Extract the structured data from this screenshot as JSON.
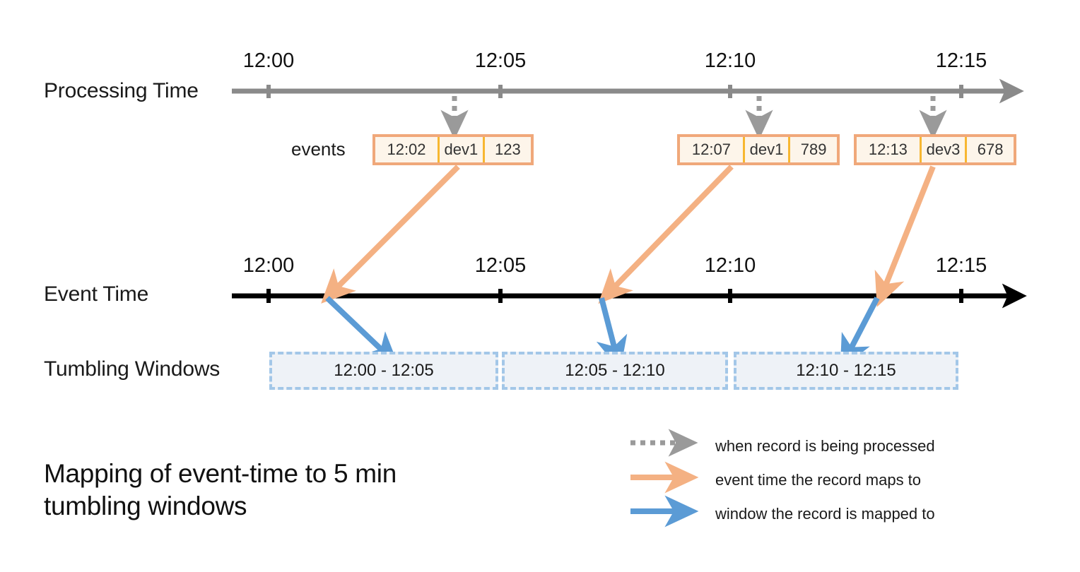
{
  "diagram": {
    "caption": "Mapping of event-time to 5 min tumbling windows",
    "rows": {
      "processing_time_label": "Processing Time",
      "event_time_label": "Event Time",
      "tumbling_windows_label": "Tumbling Windows",
      "events_label": "events"
    }
  },
  "axes": {
    "processing_time": {
      "label": "Processing Time",
      "ticks": [
        "12:00",
        "12:05",
        "12:10",
        "12:15"
      ],
      "color": "#8a8a8a"
    },
    "event_time": {
      "label": "Event Time",
      "ticks": [
        "12:00",
        "12:05",
        "12:10",
        "12:15"
      ],
      "color": "#000000"
    }
  },
  "events": [
    {
      "time": "12:02",
      "device": "dev1",
      "value": "123"
    },
    {
      "time": "12:07",
      "device": "dev1",
      "value": "789"
    },
    {
      "time": "12:13",
      "device": "dev3",
      "value": "678"
    }
  ],
  "windows": [
    {
      "label": "12:00 - 12:05"
    },
    {
      "label": "12:05 - 12:10"
    },
    {
      "label": "12:10 - 12:15"
    }
  ],
  "legend": [
    {
      "icon": "dashed-arrow-icon",
      "color": "#9a9a9a",
      "style": "dashed",
      "text": "when record is being processed"
    },
    {
      "icon": "solid-arrow-icon",
      "color": "#f4b183",
      "style": "solid",
      "text": "event time the record maps to"
    },
    {
      "icon": "solid-arrow-icon",
      "color": "#5b9bd5",
      "style": "solid",
      "text": "window the record is mapped to"
    }
  ],
  "colors": {
    "processing_axis": "#8a8a8a",
    "event_axis": "#000000",
    "event_box_border": "#f0a87a",
    "event_box_fill": "#fdf5ea",
    "event_cell_divider": "#f7b731",
    "window_border": "#a3c7e8",
    "window_fill": "#eef2f7",
    "orange_arrow": "#f4b183",
    "blue_arrow": "#5b9bd5",
    "gray_arrow": "#9a9a9a",
    "background": "#ffffff"
  }
}
